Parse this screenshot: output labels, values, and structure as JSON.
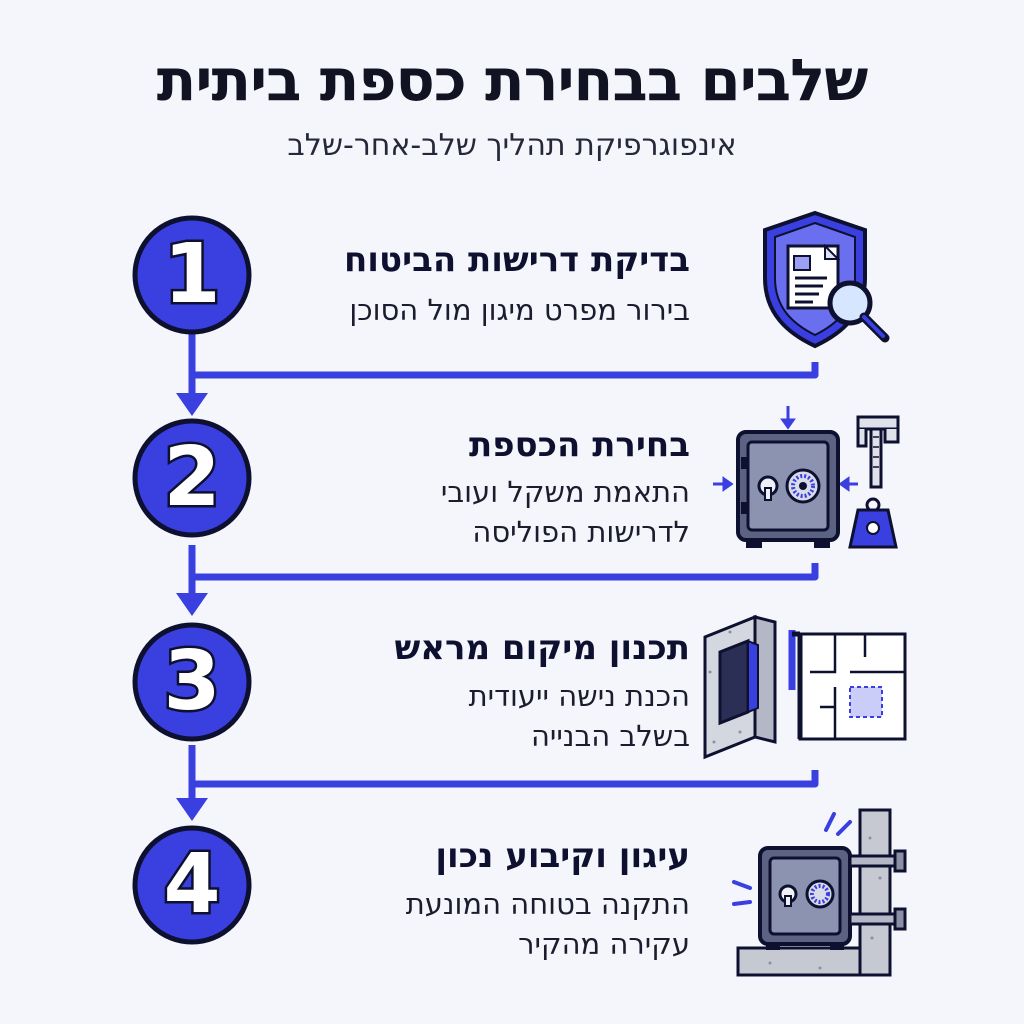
{
  "header": {
    "title": "שלבים בבחירת כספת ביתית",
    "subtitle": "אינפוגרפיקת תהליך שלב-אחר-שלב"
  },
  "colors": {
    "accent": "#3a3fe0",
    "dark": "#0e1030",
    "background": "#f5f6fb"
  },
  "steps": [
    {
      "number": "1",
      "title": "בדיקת דרישות הביטוח",
      "desc_line1": "בירור מפרט מיגון מול הסוכן",
      "desc_line2": "",
      "icon": "shield-document-magnifier-icon"
    },
    {
      "number": "2",
      "title": "בחירת הכספת",
      "desc_line1": "התאמת משקל ועובי",
      "desc_line2": "לדרישות הפוליסה",
      "icon": "safe-caliper-weight-icon"
    },
    {
      "number": "3",
      "title": "תכנון מיקום מראש",
      "desc_line1": "הכנת נישה ייעודית",
      "desc_line2": "בשלב הבנייה",
      "icon": "wall-niche-floorplan-icon"
    },
    {
      "number": "4",
      "title": "עיגון וקיבוע נכון",
      "desc_line1": "התקנה בטוחה המונעת",
      "desc_line2": "עקירה מהקיר",
      "icon": "safe-bolted-wall-icon"
    }
  ]
}
